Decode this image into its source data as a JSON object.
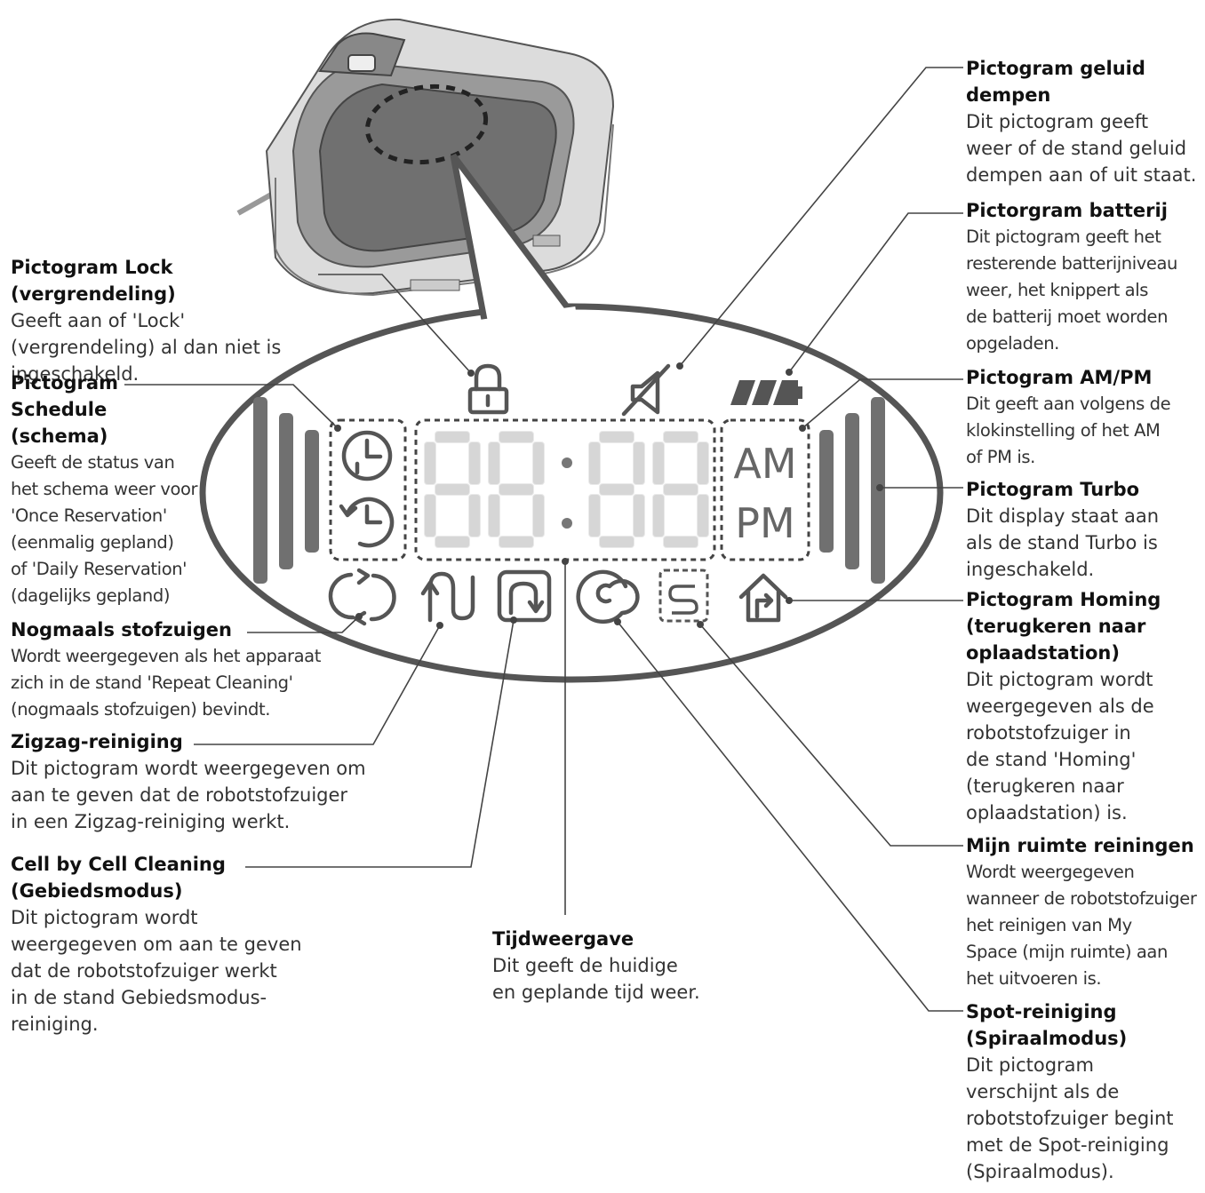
{
  "display": {
    "digits": "88:88",
    "am": "AM",
    "pm": "PM"
  },
  "callouts": {
    "lock": {
      "title": "Pictogram Lock (vergrendeling)",
      "lines": [
        "Geeft aan of 'Lock'",
        "(vergrendeling) al dan niet is",
        "ingeschakeld."
      ]
    },
    "schedule": {
      "title_lines": [
        "Pictogram",
        "Schedule (schema)"
      ],
      "lines": [
        "Geeft de status van",
        "het schema weer voor",
        "'Once Reservation'",
        "(eenmalig gepland)",
        "of 'Daily Reservation'",
        "(dagelijks gepland)"
      ]
    },
    "repeat": {
      "title": "Nogmaals stofzuigen",
      "lines": [
        "Wordt weergegeven als het apparaat",
        "zich in de stand 'Repeat Cleaning'",
        "(nogmaals stofzuigen) bevindt."
      ]
    },
    "zigzag": {
      "title": "Zigzag-reiniging",
      "lines": [
        "Dit pictogram wordt weergegeven om",
        "aan te geven dat de robotstofzuiger",
        "in een Zigzag-reiniging werkt."
      ]
    },
    "cell": {
      "title_lines": [
        "Cell by Cell Cleaning",
        "(Gebiedsmodus)"
      ],
      "lines": [
        "Dit pictogram wordt",
        "weergegeven om aan te geven",
        "dat de robotstofzuiger werkt",
        "in de stand Gebiedsmodus-",
        "reiniging."
      ]
    },
    "time": {
      "title": "Tijdweergave",
      "lines": [
        "Dit geeft de huidige",
        "en geplande tijd weer."
      ]
    },
    "mute": {
      "title_lines": [
        "Pictogram geluid",
        "dempen"
      ],
      "lines": [
        "Dit pictogram geeft",
        "weer of de stand geluid",
        "dempen aan of uit staat."
      ]
    },
    "battery": {
      "title": "Pictorgram batterij",
      "lines": [
        "Dit pictogram geeft het",
        "resterende batterijniveau",
        "weer, het knippert als",
        "de batterij moet worden",
        "opgeladen."
      ]
    },
    "ampm": {
      "title": "Pictogram AM/PM",
      "lines": [
        "Dit geeft aan volgens de",
        "klokinstelling of het AM",
        "of PM is."
      ]
    },
    "turbo": {
      "title": "Pictogram Turbo",
      "lines": [
        "Dit display staat aan",
        "als de stand Turbo is",
        "ingeschakeld."
      ]
    },
    "homing": {
      "title_lines": [
        "Pictogram Homing",
        "(terugkeren naar",
        "oplaadstation)"
      ],
      "lines": [
        "Dit pictogram wordt",
        "weergegeven als de",
        "robotstofzuiger in",
        "de stand 'Homing'",
        "(terugkeren naar",
        "oplaadstation) is."
      ]
    },
    "myspace": {
      "title": "Mijn ruimte reiningen",
      "lines": [
        "Wordt weergegeven",
        "wanneer de robotstofzuiger",
        "het reinigen van My",
        "Space (mijn ruimte) aan",
        "het uitvoeren is."
      ]
    },
    "spot": {
      "title_lines": [
        "Spot-reiniging",
        "(Spiraalmodus)"
      ],
      "lines": [
        "Dit pictogram",
        "verschijnt als de",
        "robotstofzuiger begint",
        "met de Spot-reiniging",
        "(Spiraalmodus)."
      ]
    }
  }
}
